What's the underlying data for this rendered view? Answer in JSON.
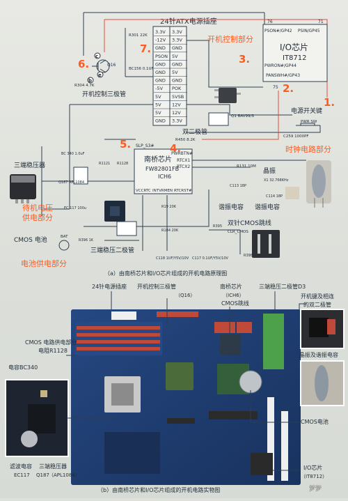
{
  "schematic": {
    "atx_title": "24针ATX电源插座",
    "atx_pins_left": [
      "3.3V",
      "-12V",
      "GND",
      "PSON",
      "GND",
      "GND",
      "GND",
      "-5V",
      "5V",
      "5V",
      "5V",
      "GND"
    ],
    "atx_pins_right": [
      "3.3V",
      "3.3V",
      "GND",
      "5V",
      "GND",
      "5V",
      "GND",
      "POK",
      "5VSB",
      "12V",
      "12V",
      "3.3V"
    ],
    "io_chip": {
      "name": "I/O芯片",
      "model": "IT8712",
      "pin_top_left": "PSON#/GP42",
      "pin_top_right": "PSIN/GP45",
      "pin_bottom_left": "PWRON#/GP44",
      "pin_bottom_right": "PANSWH#/GP43",
      "num_top_left": "76",
      "num_top_right": "71",
      "num_bottom_left": "75"
    },
    "southbridge": {
      "name": "南桥芯片",
      "model": "FW82801FB",
      "sub": "ICH6",
      "pins_right": [
        "PWRBTN#",
        "RTCX1",
        "RTCX2"
      ],
      "pins_bottom": [
        "VCCRTC",
        "INTVRMEN",
        "RTCRST#"
      ],
      "pin_left": "SLP_S3#"
    },
    "labels": {
      "switch_section": "开机控制部分",
      "power_button": "电源开关键",
      "clock_section": "时钟电路部分",
      "standby_section_1": "待机电压",
      "standby_section_2": "供电部分",
      "cmos_battery_section": "电池供电部分",
      "transistor_label": "开机控制三极管",
      "dual_diode": "双二极管",
      "regulator": "三端稳压器",
      "regulator_diode": "三端稳压二极管",
      "crystal": "晶振",
      "resonant_cap_1": "谐振电容",
      "resonant_cap_2": "谐振电容",
      "cmos_jumper": "双针CMOS跳线",
      "cmos_battery": "CMOS 电池",
      "clr_cmos": "CLR_CMOS",
      "q_part": "Q16",
      "bc156": "BC156 0.1UF",
      "r301": "R301 22K",
      "r304": "R304 4.7K",
      "q1": "Q1 BAV99/S",
      "r450": "R450 8.2K",
      "pwr_sw": "PWR SW",
      "c259": "C259 1000PF",
      "x1": "X1 32.768KHz",
      "r131": "R131 10M",
      "c113": "C113 18P",
      "c114": "C114 18P",
      "ec117": "EC 117 100u",
      "r396": "R396 1K",
      "bat": "BAT",
      "r1121": "R1121",
      "r1128": "R1128",
      "bc340": "BC 340 1.0uF",
      "q187": "Q187 APL1084",
      "r19": "R19 20K",
      "r184": "R184 20K",
      "c118": "C118 1UF/Y5V/10V",
      "c117": "C117 0.1UF/Y5V/10V",
      "r395": "R395",
      "r398": "R398 0"
    },
    "callouts": {
      "n1": "1.",
      "n2": "2.",
      "n3": "3.",
      "n4": "4.",
      "n5": "5.",
      "n6": "6.",
      "n7": "7."
    },
    "markers": {
      "c": "c",
      "e": "e",
      "b": "b"
    },
    "caption_a": "（a）由南桥芯片和I/O芯片组成的开机电路原理图"
  },
  "photo": {
    "labels": {
      "atx_socket": "24针电源插座",
      "transistor": "开机控制三极管",
      "transistor_sub": "（Q16）",
      "southbridge": "南桥芯片",
      "southbridge_sub": "（ICH6）",
      "cmos_jumper": "CMOS跳线",
      "regulator_diode": "三端稳压二极管D3",
      "power_btn_1": "开机键及相连",
      "power_btn_2": "的双二极管",
      "crystal_caps": "晶振及谐振电容",
      "cmos_supply": "CMOS 电路供电部分",
      "resistor_r": "电阻R1128",
      "cap_bc": "电容BC340",
      "cmos_battery": "CMOS电池",
      "filter_cap": "滤波电容",
      "filter_cap_id": "EC117",
      "regulator": "三端稳压器",
      "regulator_id": "Q187",
      "regulator_model": "（APL1084）",
      "io_chip": "I/O芯片",
      "io_chip_model": "（IT8712）"
    },
    "caption_b": "（b）由南桥芯片和I/O芯片组成的开机电路实物图",
    "watermark": "梦梦"
  }
}
